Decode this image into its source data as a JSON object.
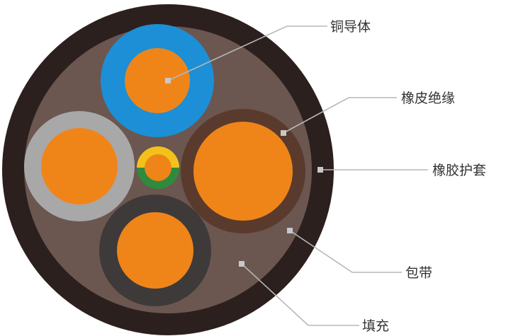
{
  "labels": {
    "conductor": "铜导体",
    "insulation": "橡皮绝缘",
    "sheath": "橡胶护套",
    "tape": "包带",
    "filler": "填充"
  },
  "colors": {
    "sheath": "#2b201d",
    "filler": "#6b5650",
    "copper": "#ef8519",
    "insulation_blue": "#1c8fd6",
    "insulation_brown": "#5a3a2c",
    "insulation_grey": "#a8a8a8",
    "insulation_black": "#3e3a39",
    "earth_yellow": "#f2c21b",
    "earth_green": "#2e8b3e",
    "leader": "#b8b8b8",
    "text": "#333333"
  }
}
